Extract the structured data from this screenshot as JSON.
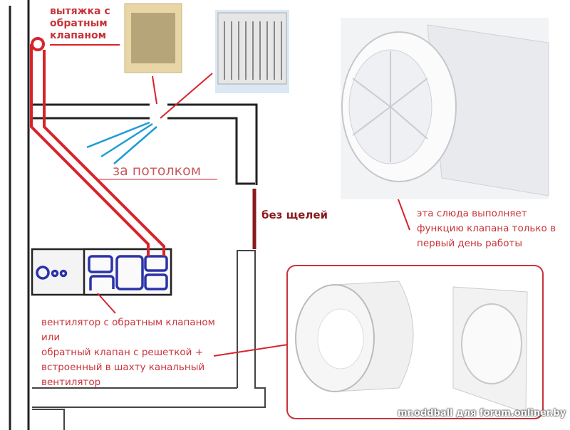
{
  "labels": {
    "exhaust_valve": [
      "вытяжка с",
      "обратным",
      "клапаном"
    ],
    "above_ceiling": "за потолком",
    "no_gaps": "без щелей",
    "mica_note": [
      "эта слюда выполняет",
      "функцию клапана только в",
      "первый день работы"
    ],
    "fan_note": [
      "вентилятор с обратным клапаном",
      "или",
      "обратный клапан с решеткой +",
      "встроенный в шахту канальный",
      "вентилятор"
    ],
    "watermark": "mr.oddball для forum.onliner.by"
  },
  "colors": {
    "red": "#d9232b",
    "dark_red": "#8b1a1f",
    "blue": "#2a33a8",
    "cyan": "#1f9bd8",
    "wall": "#222222"
  }
}
